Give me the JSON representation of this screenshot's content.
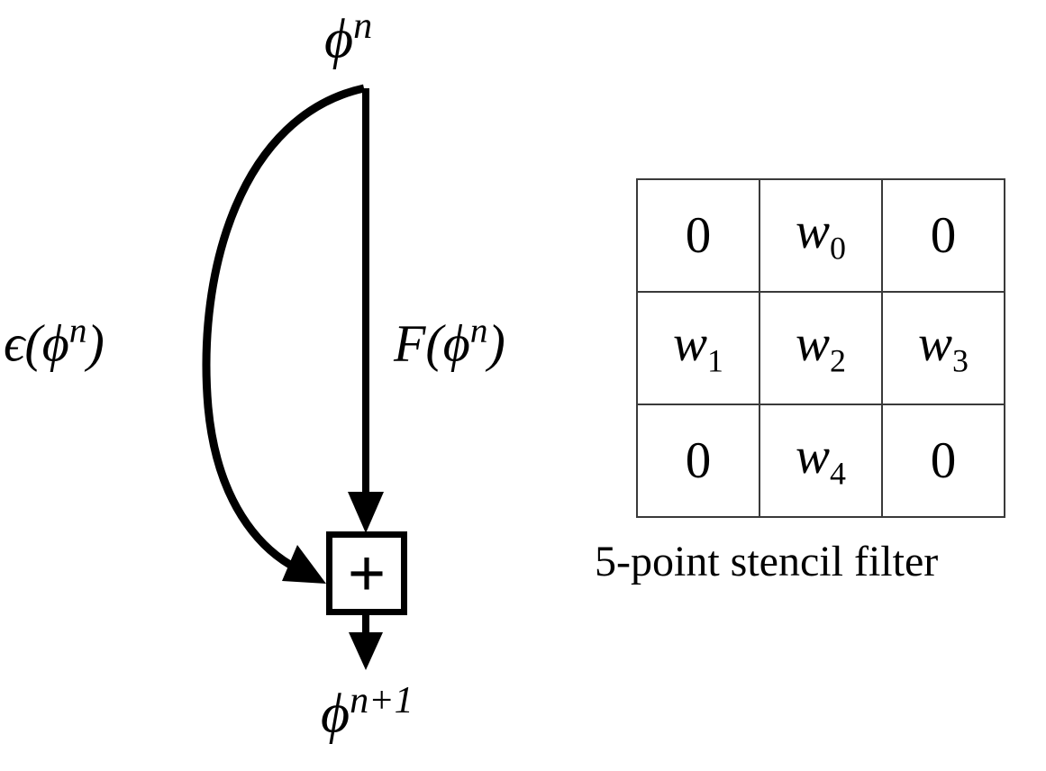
{
  "figure": {
    "background_color": "#ffffff",
    "stroke_color": "#000000",
    "table_border_color": "#3a3a3a"
  },
  "flow": {
    "input_label": {
      "base": "ϕ",
      "superscript": "n"
    },
    "left_branch_label": {
      "prefix": "ϵ(",
      "base": "ϕ",
      "superscript": "n",
      "suffix": ")"
    },
    "right_branch_label": {
      "prefix": "F(",
      "base": "ϕ",
      "superscript": "n",
      "suffix": ")"
    },
    "adder": {
      "symbol": "+",
      "name": "summation-node"
    },
    "output_label": {
      "base": "ϕ",
      "superscript": "n+1"
    }
  },
  "stencil": {
    "caption": "5-point stencil filter",
    "rows": [
      [
        {
          "text": "0",
          "type": "zero"
        },
        {
          "text": "w",
          "sub": "0",
          "type": "weight"
        },
        {
          "text": "0",
          "type": "zero"
        }
      ],
      [
        {
          "text": "w",
          "sub": "1",
          "type": "weight"
        },
        {
          "text": "w",
          "sub": "2",
          "type": "weight"
        },
        {
          "text": "w",
          "sub": "3",
          "type": "weight"
        }
      ],
      [
        {
          "text": "0",
          "type": "zero"
        },
        {
          "text": "w",
          "sub": "4",
          "type": "weight"
        },
        {
          "text": "0",
          "type": "zero"
        }
      ]
    ]
  }
}
